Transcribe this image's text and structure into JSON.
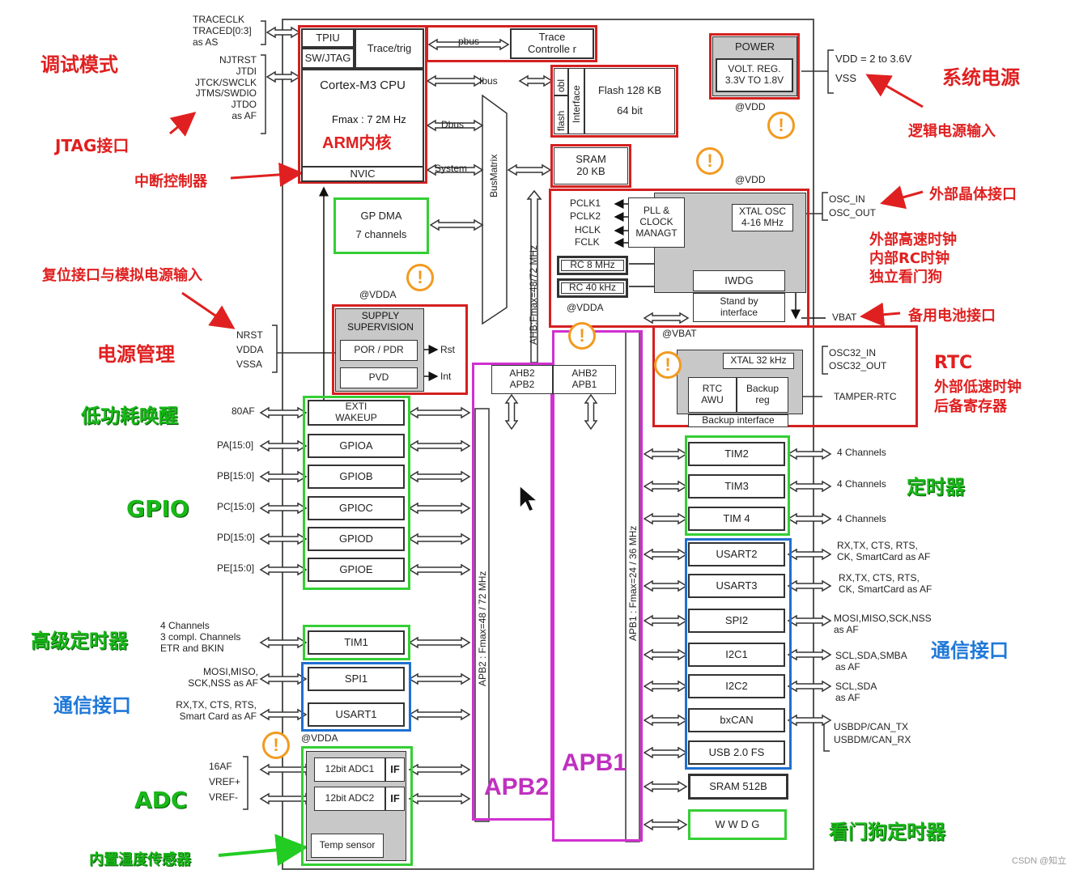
{
  "labels": {
    "debug_mode": "调试模式",
    "jtag_port": "JTAG接口",
    "irq_controller": "中断控制器",
    "reset_analog": "复位接口与模拟电源输入",
    "power_mgmt": "电源管理",
    "low_power_wakeup": "低功耗唤醒",
    "gpio": "GPIO",
    "adv_timer": "高级定时器",
    "comm_left": "通信接口",
    "adc": "ADC",
    "temp_sensor": "内置温度传感器",
    "sys_power": "系统电源",
    "logic_power_input": "逻辑电源输入",
    "ext_crystal": "外部晶体接口",
    "ext_hs_clock": "外部高速时钟",
    "int_rc_clock": "内部RC时钟",
    "iwdg_note": "独立看门狗",
    "backup_battery": "备用电池接口",
    "rtc": "RTC",
    "ext_ls_clock": "外部低速时钟",
    "backup_reg": "后备寄存器",
    "timers": "定时器",
    "comm_right": "通信接口",
    "wwdg_timer": "看门狗定时器",
    "apb2": "APB2",
    "apb1": "APB1",
    "arm_core": "ARM内核"
  },
  "pins_left": {
    "traceclk": "TRACECLK",
    "traced": "TRACED[0:3]",
    "as_as": "as AS",
    "njtrst": "NJTRST",
    "jtdi": "JTDI",
    "jtck": "JTCK/SWCLK",
    "jtms": "JTMS/SWDIO",
    "jtdo": "JTDO",
    "as_af": "as AF",
    "nrst": "NRST",
    "vdda": "VDDA",
    "vssa": "VSSA",
    "af80": "80AF",
    "pa": "PA[15:0]",
    "pb": "PB[15:0]",
    "pc": "PC[15:0]",
    "pd": "PD[15:0]",
    "pe": "PE[15:0]",
    "tim1_1": "4 Channels",
    "tim1_2": "3 compl. Channels",
    "tim1_3": "ETR and BKIN",
    "spi1_1": "MOSI,MISO,",
    "spi1_2": "SCK,NSS as AF",
    "usart1_1": "RX,TX, CTS, RTS,",
    "usart1_2": "Smart Card as AF",
    "af16": "16AF",
    "vref_p": "VREF+",
    "vref_m": "VREF-"
  },
  "blocks": {
    "tpiu": "TPIU",
    "swjtag": "SW/JTAG",
    "trace_trig": "Trace/trig",
    "cortex": "Cortex-M3 CPU",
    "fmax": "Fmax : 7 2M Hz",
    "nvic": "NVIC",
    "pbus": "pbus",
    "trace_ctrl_1": "Trace",
    "trace_ctrl_2": "Controlle r",
    "ibus": "Ibus",
    "dbus": "Dbus",
    "system": "System",
    "busmatrix": "BusMatrix",
    "obl": "obl",
    "flash_if1": "flash",
    "flash_if2": "Interface",
    "flash_1": "Flash 128 KB",
    "flash_2": "64 bit",
    "sram_1": "SRAM",
    "sram_2": "20 KB",
    "gpdma_1": "GP DMA",
    "gpdma_2": "7 channels",
    "power": "POWER",
    "vreg_1": "VOLT. REG.",
    "vreg_2": "3.3V TO 1.8V",
    "at_vdd": "@VDD",
    "at_vdd2": "@VDD",
    "vdd_range": "VDD = 2 to 3.6V",
    "vss": "VSS",
    "pclk1": "PCLK1",
    "pclk2": "PCLK2",
    "hclk": "HCLK",
    "fclk": "FCLK",
    "pll_1": "PLL &",
    "pll_2": "CLOCK",
    "pll_3": "MANAGT",
    "xtal_1": "XTAL OSC",
    "xtal_2": "4-16 MHz",
    "osc_in": "OSC_IN",
    "osc_out": "OSC_OUT",
    "rc8": "RC 8 MHz",
    "rc40": "RC 40 kHz",
    "iwdg": "IWDG",
    "standby_1": "Stand by",
    "standby_2": "interface",
    "at_vdda": "@VDDA",
    "at_vdda2": "@VDDA",
    "at_vdda3": "@VDDA",
    "vbat": "VBAT",
    "at_vbat": "@VBAT",
    "ahb_label": "AHB:Fmax=48/72 MHz",
    "supply_1": "SUPPLY",
    "supply_2": "SUPERVISION",
    "por": "POR / PDR",
    "rst": "Rst",
    "pvd": "PVD",
    "int": "Int",
    "ahb2apb2_1": "AHB2",
    "ahb2apb2_2": "APB2",
    "ahb2apb1_1": "AHB2",
    "ahb2apb1_2": "APB1",
    "xtal32": "XTAL 32 kHz",
    "osc32_in": "OSC32_IN",
    "osc32_out": "OSC32_OUT",
    "rtc_1": "RTC",
    "rtc_2": "AWU",
    "bkp_1": "Backup",
    "bkp_2": "reg",
    "tamper": "TAMPER-RTC",
    "bkp_if": "Backup interface",
    "exti_1": "EXTI",
    "exti_2": "WAKEUP",
    "gpioa": "GPIOA",
    "gpiob": "GPIOB",
    "gpioc": "GPIOC",
    "gpiod": "GPIOD",
    "gpioe": "GPIOE",
    "tim1": "TIM1",
    "spi1": "SPI1",
    "usart1": "USART1",
    "adc1": "12bit ADC1",
    "adc2": "12bit ADC2",
    "if1": "IF",
    "if2": "IF",
    "temp": "Temp sensor",
    "apb2_bus": "APB2 : Fmax=48 / 72 MHz",
    "apb1_bus": "APB1 : Fmax=24 / 36 MHz",
    "tim2": "TIM2",
    "tim3": "TIM3",
    "tim4": "TIM 4",
    "usart2": "USART2",
    "usart3": "USART3",
    "spi2": "SPI2",
    "i2c1": "I2C1",
    "i2c2": "I2C2",
    "bxcan": "bxCAN",
    "usb": "USB 2.0 FS",
    "sram512": "SRAM 512B",
    "wwdg": "W W D G"
  },
  "pins_right": {
    "tim2_ch": "4 Channels",
    "tim3_ch": "4 Channels",
    "tim4_ch": "4 Channels",
    "usart2_1": "RX,TX, CTS, RTS,",
    "usart2_2": "CK, SmartCard as AF",
    "usart3_1": "RX,TX, CTS, RTS,",
    "usart3_2": "CK, SmartCard as AF",
    "spi2_1": "MOSI,MISO,SCK,NSS",
    "spi2_2": "as AF",
    "i2c1_1": "SCL,SDA,SMBA",
    "i2c1_2": "as AF",
    "i2c2_1": "SCL,SDA",
    "i2c2_2": "as AF",
    "usb_1": "USBDP/CAN_TX",
    "usb_2": "USBDM/CAN_RX"
  },
  "footer": "CSDN @知立",
  "colors": {
    "red": "#e02020",
    "green": "#2ecc2e",
    "blue": "#1f6fd0",
    "magenta": "#d030d0",
    "orange": "#f29a1f"
  }
}
